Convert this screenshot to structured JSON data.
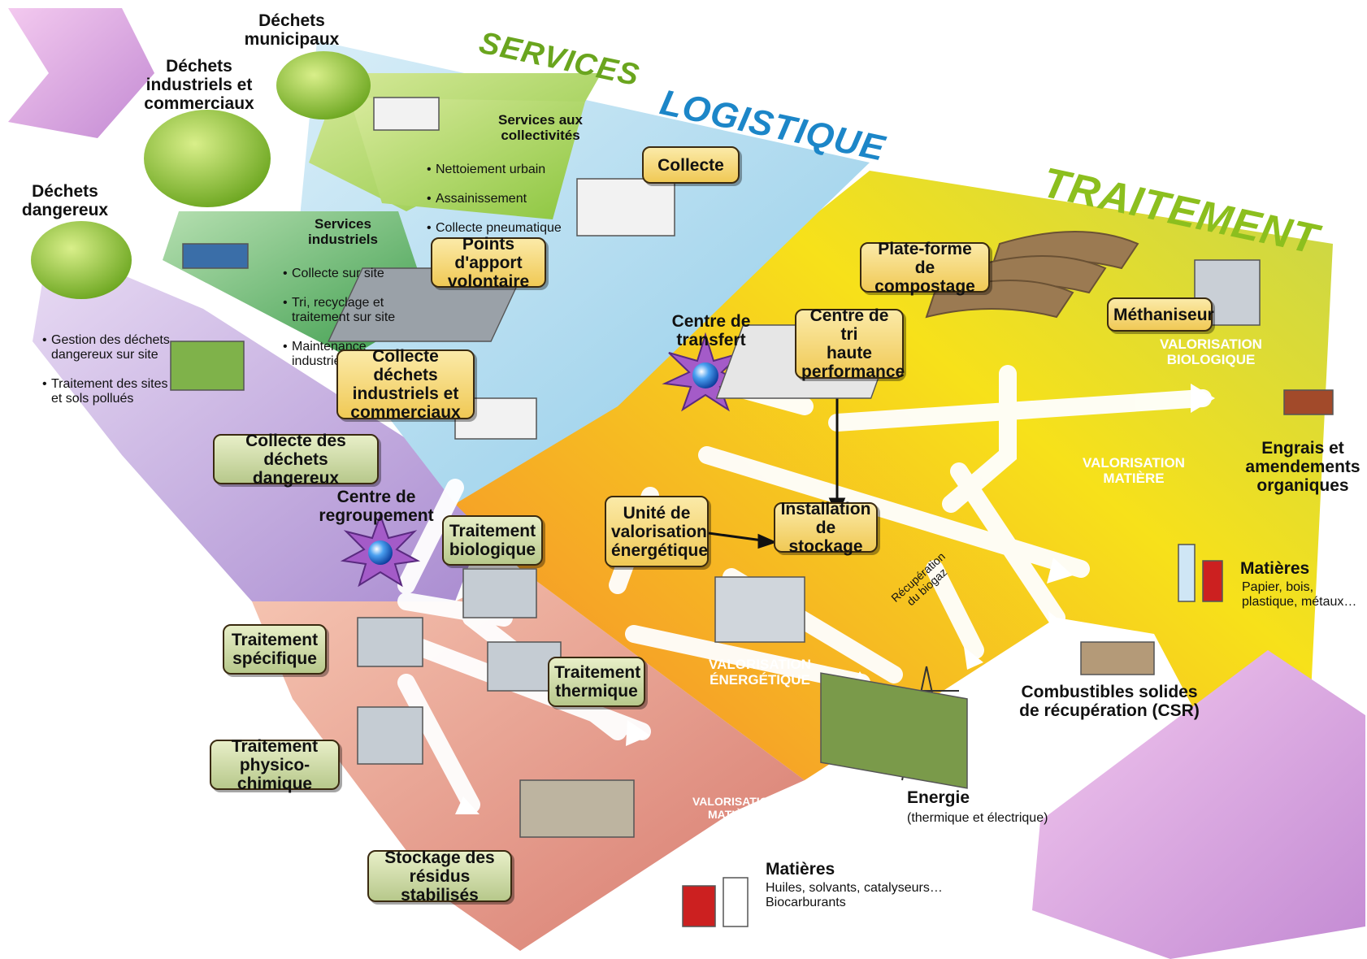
{
  "banners": {
    "services": "SERVICES",
    "logistique": "LOGISTIQUE",
    "traitement": "TRAITEMENT"
  },
  "sources": {
    "municipaux": "Déchets\nmunicipaux",
    "industriels": "Déchets\nindustriels et\ncommerciaux",
    "dangereux": "Déchets\ndangereux",
    "dangereux_bullets": [
      "Gestion des déchets dangereux sur site",
      "Traitement des sites et sols pollués"
    ]
  },
  "services_collectivites": {
    "title": "Services aux\ncollectivités",
    "bullets": [
      "Nettoiement urbain",
      "Assainissement",
      "Collecte pneumatique"
    ]
  },
  "services_industriels": {
    "title": "Services\nindustriels",
    "bullets": [
      "Collecte sur site",
      "Tri, recyclage et traitement sur site",
      "Maintenance industrielle"
    ]
  },
  "boxes": {
    "collecte": "Collecte",
    "points_apport": "Points d'apport\nvolontaire",
    "collecte_industriels": "Collecte déchets\nindustriels et\ncommerciaux",
    "collecte_dangereux": "Collecte des\ndéchets dangereux",
    "plateforme": "Plate-forme\nde compostage",
    "centre_tri": "Centre de tri\nhaute\nperformance",
    "methaniseur": "Méthaniseur",
    "unite_valorisation": "Unité de\nvalorisation\nénergétique",
    "installation_stockage": "Installation\nde stockage",
    "traitement_biologique": "Traitement\nbiologique",
    "traitement_specifique": "Traitement\nspécifique",
    "traitement_thermique": "Traitement\nthermique",
    "traitement_physico": "Traitement\nphysico-chimique",
    "stockage_residus": "Stockage des\nrésidus stabilisés"
  },
  "labels": {
    "centre_transfert": "Centre de\ntransfert",
    "centre_regroupement": "Centre de\nregroupement",
    "recuperation_biogaz": "Récupération\ndu biogaz"
  },
  "zones": {
    "valorisation_biologique": "VALORISATION\nBIOLOGIQUE",
    "valorisation_matiere_right": "VALORISATION\nMATIÈRE",
    "valorisation_energetique": "VALORISATION\nÉNERGÉTIQUE",
    "valorisation_matiere_bottom": "VALORISATION\nMATIÈRE"
  },
  "outputs": {
    "engrais": "Engrais et\namendements\norganiques",
    "matieres_right_title": "Matières",
    "matieres_right_sub": "Papier, bois,\nplastique, métaux…",
    "csr": "Combustibles solides\nde récupération (CSR)",
    "energie_title": "Energie",
    "energie_sub": "(thermique et électrique)",
    "matieres_bottom_title": "Matières",
    "matieres_bottom_sub": "Huiles, solvants, catalyseurs…\nBiocarburants"
  },
  "colors": {
    "services_green": "#8cc63f",
    "logistique_blue": "#bfe3f5",
    "traitement_yellow": "#f5d90a",
    "traitement_orange": "#f39a1e",
    "dangerous_purple": "#c9a9e0",
    "salmon": "#e79a8a",
    "arrow_pink": "#d89ad8",
    "box_yellow": "#f0c955",
    "box_green": "#b7c88b"
  }
}
